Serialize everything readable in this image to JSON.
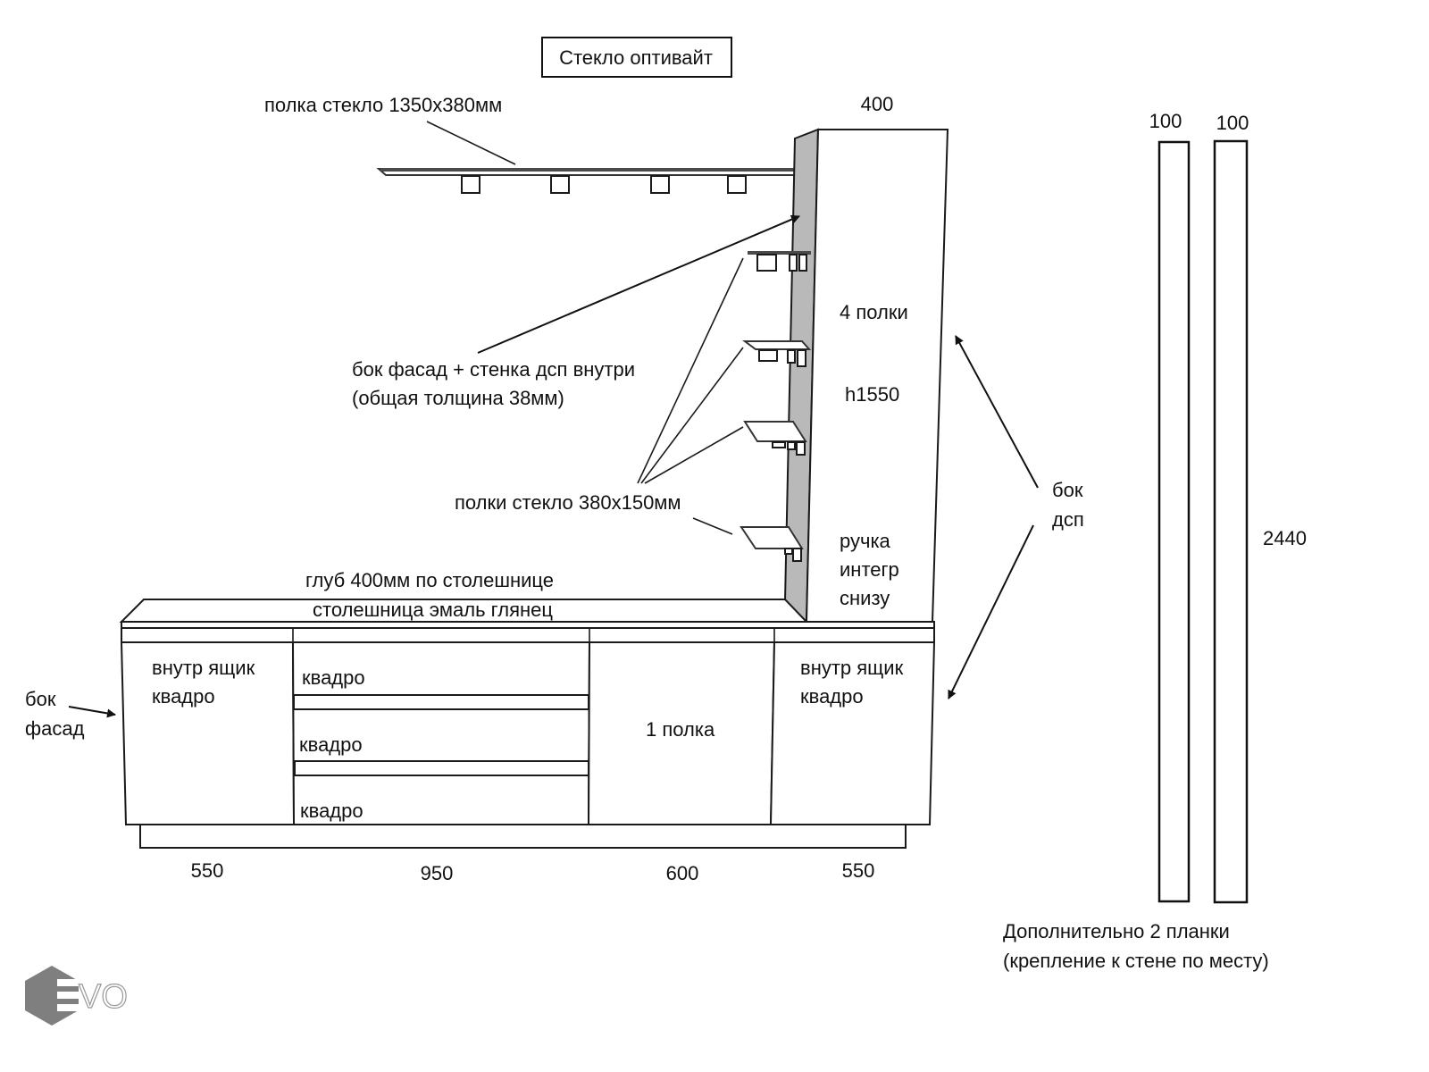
{
  "title_box": "Стекло оптивайт",
  "labels": {
    "top_shelf": "полка стекло 1350х380мм",
    "tower_width": "400",
    "tower_shelves_count": "4 полки",
    "tower_height": "h1550",
    "side_panel_line1": "бок фасад + стенка дсп внутри",
    "side_panel_line2": "(общая толщина 38мм)",
    "small_shelves": "полки стекло 380х150мм",
    "handle_line1": "ручка",
    "handle_line2": "интегр",
    "handle_line3": "снизу",
    "side_dsp_line1": "бок",
    "side_dsp_line2": "дсп",
    "depth": "глуб 400мм по столешнице",
    "countertop": "столешница эмаль глянец",
    "side_facade_line1": "бок",
    "side_facade_line2": "фасад"
  },
  "cabinet": {
    "sections": [
      {
        "width": "550",
        "lines": [
          "внутр ящик",
          "квадро"
        ]
      },
      {
        "width": "950",
        "drawers": [
          "квадро",
          "квадро",
          "квадро"
        ]
      },
      {
        "width": "600",
        "lines": [
          "1 полка"
        ]
      },
      {
        "width": "550",
        "lines": [
          "внутр ящик",
          "квадро"
        ]
      }
    ]
  },
  "planks": {
    "widths": [
      "100",
      "100"
    ],
    "height": "2440",
    "note_line1": "Дополнительно 2 планки",
    "note_line2": "(крепление к стене по месту)"
  },
  "logo": {
    "text": "EVO",
    "color": "#7f7f7f"
  }
}
